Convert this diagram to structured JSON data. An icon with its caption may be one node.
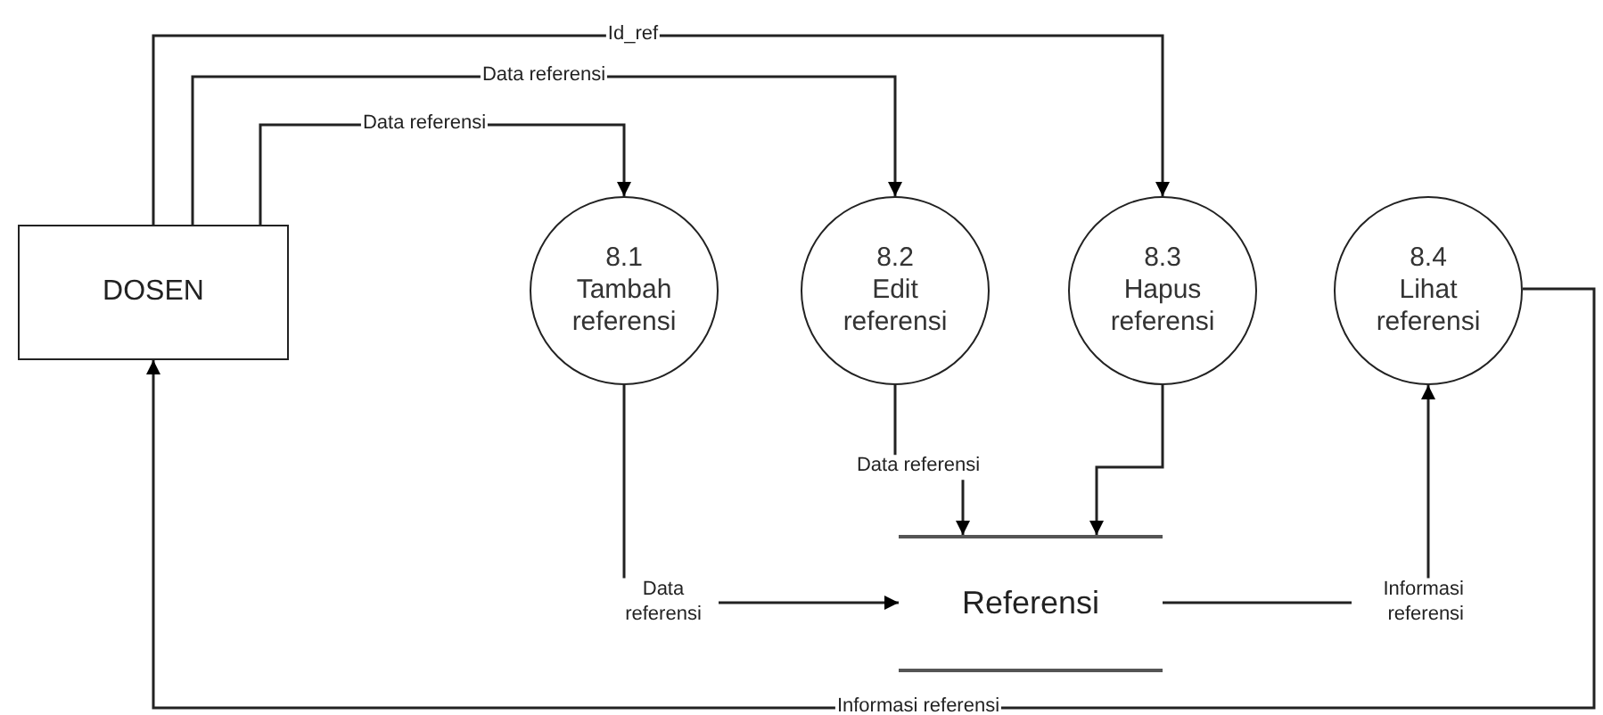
{
  "diagram": {
    "nodes": [
      {
        "text": [
          "DOSEN"
        ]
      },
      {
        "text": [
          "8.1",
          "Tambah referensi"
        ]
      },
      {
        "text": [
          "8.2",
          "Edit referensi"
        ]
      },
      {
        "text": [
          "8.3",
          "Hapus referensi"
        ]
      },
      {
        "text": [
          "8.4",
          "Lihat referensi"
        ]
      },
      {
        "text": [
          "Referensi"
        ]
      }
    ],
    "edges": [
      {
        "from": 0,
        "to": 3,
        "arrow": "to",
        "label": "Id_ref"
      },
      {
        "from": 0,
        "to": 2,
        "arrow": "to",
        "label": "Data referensi"
      },
      {
        "from": 0,
        "to": 1,
        "arrow": "to",
        "label": "Data referensi"
      },
      {
        "from": 1,
        "to": 5,
        "arrow": "to",
        "label": "Data referensi"
      },
      {
        "from": 2,
        "to": 5,
        "arrow": "to",
        "label": "Data referensi"
      },
      {
        "from": 3,
        "to": 5,
        "arrow": "to"
      },
      {
        "from": 5,
        "to": 4,
        "arrow": "to",
        "label": "Informasi referensi"
      },
      {
        "from": 4,
        "to": 0,
        "arrow": "to",
        "label": "Informasi referensi"
      }
    ]
  }
}
